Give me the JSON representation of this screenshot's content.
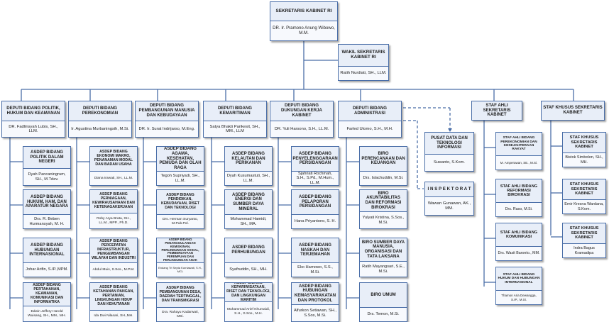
{
  "colors": {
    "box_fill": "#e8eef8",
    "box_border": "#4a6ea8",
    "connector": "#4a6ea8"
  },
  "top": {
    "title": "SEKRETARIS KABINET RI",
    "name": "DR. Ir. Pramono Anung Wibowo, M.M."
  },
  "wakil": {
    "title": "WAKIL SEKRETARIS KABINET RI",
    "name": "Ratih Nurdiati, SH., LLM."
  },
  "deputies": [
    {
      "title": "DEPUTI BIDANG POLITIK, HUKUM DAN KEAMANAN",
      "name": "DR. Fadlinsyah Lubis, SH., LLM.",
      "asdep": [
        {
          "title": "ASDEP BIDANG POLITIK DALAM NEGERI",
          "name": "Dyah Pancaningrum, SH., M.Tdev."
        },
        {
          "title": "ASDEP BIDANG HUKUM, HAM, DAN APARATUR NEGARA",
          "name": "Drs. R. Beben Hurmansyah, M. H."
        },
        {
          "title": "ASDEP BIDANG HUBUNGAN INTERNASIONAL",
          "name": "Johar Arifin, S.IP.,MPM."
        },
        {
          "title": "ASDEP BIDANG PERTAHANAN, KEAMANAN, KOMUNIKASI DAN INFORMATIKA",
          "name": "Edwin Jeffery Harold Wuisang, SH., MM., MH."
        }
      ]
    },
    {
      "title": "DEPUTI BIDANG PEREKONOMIAN",
      "name": "Ir. Agustina Murbaningsih, M.Si.",
      "asdep": [
        {
          "title": "ASDEP BIDANG EKONOMI MAKRO, PENANAMAN MODAL DAN BADAN USAHA",
          "name": "Diana Irawati, SH., LL.M."
        },
        {
          "title": "ASDEP BIDANG PERNIAGAAN, KEWIRAUSAHAAN DAN KETENAGAKERJAAN",
          "name": "Roby Arya Brata, SH., LL.M., MPP., Ph.D."
        },
        {
          "title": "ASDEP BIDANG PERCEPATAN INFRASTRUKTUR, PENGEMBANGAN WILAYAH DAN INDUSTRI",
          "name": "Abdul Muis, S.Sos., M.P.M."
        },
        {
          "title": "ASDEP BIDANG KETAHANAN PANGAN, PERTANIAN, LINGKUNGAN HIDUP DAN KEHUTANAN",
          "name": "Ida Dwi Nilasari, SH.,MH."
        }
      ]
    },
    {
      "title": "DEPUTI BIDANG PEMBANGUNAN MANUSIA DAN KEBUDAYAAN",
      "name": "DR. Ir. Surat Indrijarso, M.Eng.",
      "asdep": [
        {
          "title": "ASDEP BIDANG AGAMA, KESEHATAN, PEMUDA DAN OLAH RAGA",
          "name": "Tegoh Supriyadi, SH., LL.M."
        },
        {
          "title": "ASDEP BIDANG PENDIDIKAN, KEBUDAYAAN, RISET DAN TEKNOLOGI",
          "name": "Drs. Herman Suryanto, M.Pub.Pol."
        },
        {
          "title": "ASDEP BIDANG PENANGGULANGAN KEMISKINAN, PERLINDUNGAN SOSIAL, PEMBERDAYAAN PEREMPUAN DAN PERLINDUNGAN ANAK",
          "name": "Endang Tri Septa Kurniawati, S.H., MCL"
        },
        {
          "title": "ASDEP BIDANG PEMBANGUNAN DESA, DAERAH TERTINGGAL, DAN TRANSMIGRASI",
          "name": "Dra. Rahayu Kadarwati, MSi."
        }
      ]
    },
    {
      "title": "DEPUTI BIDANG KEMARITIMAN",
      "name": "Satya Bhakti Parikesit, SH., MM., LLM",
      "asdep": [
        {
          "title": "ASDEP BIDANG KELAUTAN DAN PERIKANAN",
          "name": "Dyah Kusumastuti, SH., LL.M."
        },
        {
          "title": "ASDEP BIDANG ENERGI DAN SUMBER DAYA MINERAL",
          "name": "Mohammad Hamidi, SH., MA."
        },
        {
          "title": "ASDEP BIDANG PERHUBUNGAN",
          "name": "Syafruddin, SH., MH."
        },
        {
          "title": "ASDEP BIDANG KEPARIWISATAAN, RISET DAN TEKNOLOGI, DAN LINGKUNGAN MARITIM",
          "name": "Muhammad Arief Khumaidi, S.H., S.Sos., M.H."
        }
      ]
    },
    {
      "title": "DEPUTI BIDANG DUKUNGAN KERJA KABINET",
      "name": "DR. Yuli Harsono, S.H., LL.M.",
      "asdep": [
        {
          "title": "ASDEP BIDANG PENYELENGGARAAN PERSIDANGAN",
          "name": "Sjahriati Rochmah, S.H., S.Pd., M.Hum., LL.M."
        },
        {
          "title": "ASDEP BIDANG PELAPORAN PERSIDANGAN",
          "name": "Hana Priyantono, S. H."
        },
        {
          "title": "ASDEP BIDANG NASKAH DAN TERJEMAHAN",
          "name": "Eko Harnowo, S.S., M.Si."
        },
        {
          "title": "ASDEP BIDANG HUBUNGAN KEMASYARAKATAN DAN PROTOKOL",
          "name": "Alfurkon Setiawan, SH., S.Sos, M.Si."
        }
      ]
    },
    {
      "title": "DEPUTI BIDANG ADMINISTRASI",
      "name": "Farled Utomo, S.H., M.H.",
      "asdep": [
        {
          "title": "BIRO PERENCANAAN DAN KEUANGAN",
          "name": "Drs. Islachuddin, M.Si."
        },
        {
          "title": "BIRO AKUNTABILITAS DAN REFORMASI BIROKRASI",
          "name": "Yulyati Kristina, S.Sos., M.Si."
        },
        {
          "title": "BIRO SUMBER DAYA MANUSIA, ORGANISASI DAN TATA LAKSANA",
          "name": "Ratih Mayangsari, S.E., M.Si."
        },
        {
          "title": "BIRO UMUM",
          "name": "Drs. Temon, M.Si."
        }
      ]
    }
  ],
  "pusat": {
    "title": "PUSAT DATA DAN TEKNOLOGI INFORMASI",
    "name": "Suwanto, S.Kom."
  },
  "inspektorat": {
    "title": "I N S P E K T O R A T",
    "name": "Wawan Gunawan, AK., MM."
  },
  "staf_ahli": {
    "title": "STAF AHLI SEKRETARIS KABINET",
    "items": [
      {
        "title": "STAF AHLI BIDANG PEREKONOMIAN DAN KESEJAHTERAAN RAKYAT",
        "name": "M. Amperawan, SE., M.Si."
      },
      {
        "title": "STAF AHLI BIDANG REFORMASI BIROKRASI",
        "name": "Drs. Raso, M.Si."
      },
      {
        "title": "STAF AHLI BIDANG KOMUNIKASI",
        "name": "Drs. Wasit Baronto., MM."
      },
      {
        "title": "STAF AHLI BIDANG HUKUM DAN HUBUNGAN INTERNASIONAL",
        "name": "Thamon Aria Dewangga, S.IP., M.Si."
      }
    ]
  },
  "staf_khusus": {
    "title": "STAF KHUSUS SEKRETARIS KABINET",
    "items": [
      {
        "title": "STAF KHUSUS SEKRETARIS KABINET",
        "name": "Bistok Simbolon, SH., MH."
      },
      {
        "title": "STAF KHUSUS SEKRETARIS KABINET",
        "name": "Emir Kresna Wardana, S.Kom."
      },
      {
        "title": "STAF KHUSUS SEKRETARIS KABINET",
        "name": "Indra Bagus Kramadipa"
      }
    ]
  }
}
